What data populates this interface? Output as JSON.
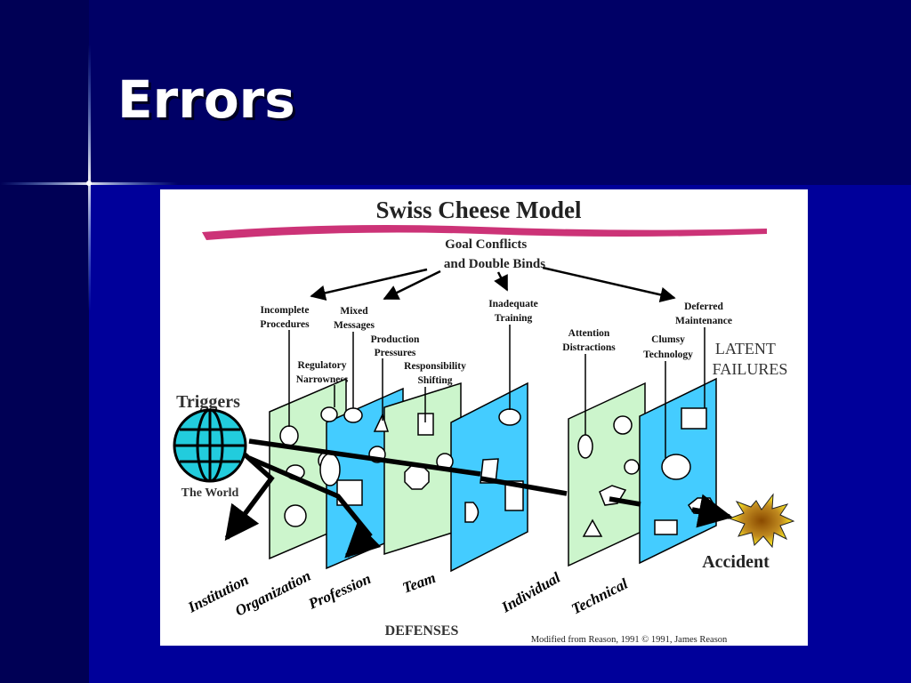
{
  "slide": {
    "title": "Errors"
  },
  "diagram": {
    "title": "Swiss Cheese Model",
    "root_label": [
      "Goal Conflicts",
      "and Double Binds"
    ],
    "causes": [
      [
        "Incomplete",
        "Procedures"
      ],
      [
        "Mixed",
        "Messages"
      ],
      [
        "Production",
        "Pressures"
      ],
      [
        "Regulatory",
        "Narrowness"
      ],
      [
        "Responsibility",
        "Shifting"
      ],
      [
        "Inadequate",
        "Training"
      ],
      [
        "Attention",
        "Distractions"
      ],
      [
        "Clumsy",
        "Technology"
      ],
      [
        "Deferred",
        "Maintenance"
      ]
    ],
    "latent": [
      "LATENT",
      "FAILURES"
    ],
    "triggers": "Triggers",
    "world": "The World",
    "accident": "Accident",
    "layers": [
      "Institution",
      "Organization",
      "Profession",
      "Team",
      "Individual",
      "Technical"
    ],
    "defenses": "DEFENSES",
    "credit": "Modified from Reason, 1991 © 1991, James Reason",
    "colors": {
      "green_slice": "#ccf5cc",
      "blue_slice": "#44ccff",
      "banner": "#cc3377"
    }
  }
}
